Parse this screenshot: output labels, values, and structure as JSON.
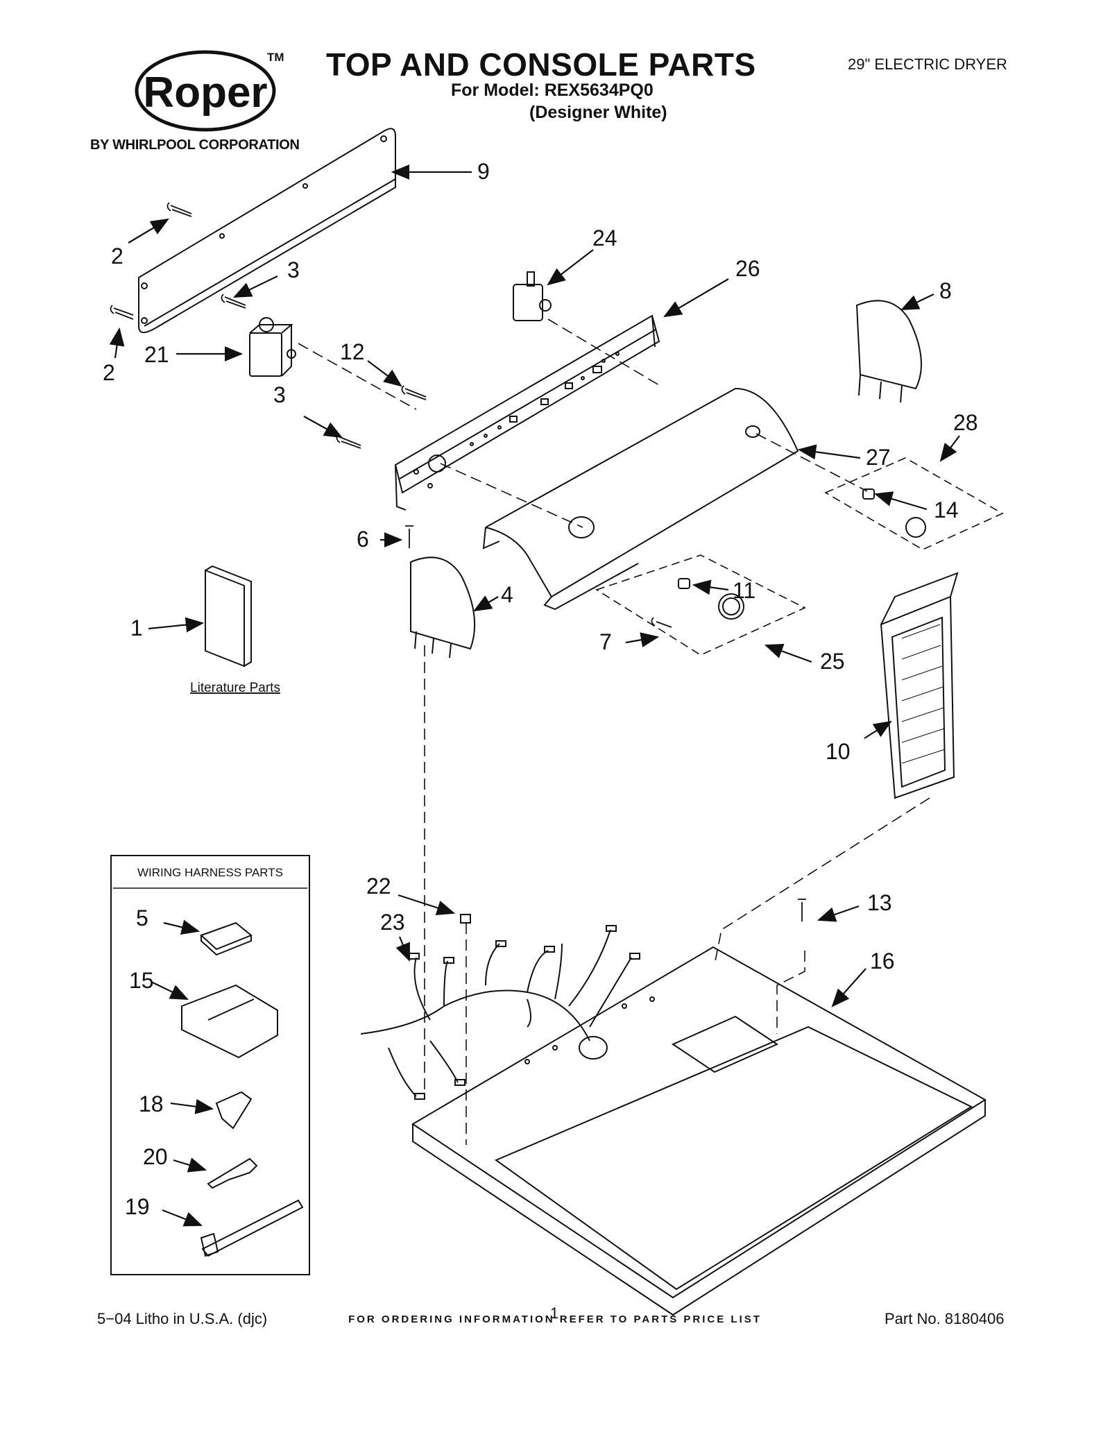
{
  "header": {
    "brand": "Roper",
    "trademark": "TM",
    "byline": "BY WHIRLPOOL CORPORATION",
    "title": "TOP AND CONSOLE PARTS",
    "model_line": "For Model: REX5634PQ0",
    "variant_line": "(Designer White)",
    "product": "29\" ELECTRIC DRYER"
  },
  "literature": {
    "label": "Literature Parts"
  },
  "harness_box": {
    "title": "WIRING HARNESS PARTS"
  },
  "callouts": {
    "c1": "1",
    "c2a": "2",
    "c2b": "2",
    "c3a": "3",
    "c3b": "3",
    "c4": "4",
    "c5": "5",
    "c6": "6",
    "c7": "7",
    "c8": "8",
    "c9": "9",
    "c10": "10",
    "c11": "11",
    "c12": "12",
    "c13": "13",
    "c14": "14",
    "c15": "15",
    "c16": "16",
    "c18": "18",
    "c19": "19",
    "c20": "20",
    "c21": "21",
    "c22": "22",
    "c23": "23",
    "c24": "24",
    "c25": "25",
    "c26": "26",
    "c27": "27",
    "c28": "28"
  },
  "footer": {
    "ordering_note": "FOR ORDERING INFORMATION REFER TO PARTS PRICE LIST",
    "litho": "5−04 Litho in U.S.A. (djc)",
    "page": "1",
    "part_no": "Part No. 8180406"
  }
}
